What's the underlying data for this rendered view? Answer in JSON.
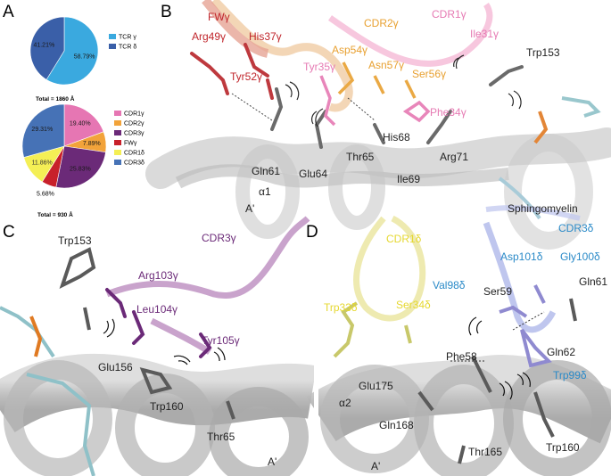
{
  "panels": {
    "A": "A",
    "B": "B",
    "C": "C",
    "D": "D"
  },
  "chart_data": [
    {
      "type": "pie",
      "categories": [
        "TCR γ",
        "TCR δ"
      ],
      "values": [
        58.79,
        41.21
      ],
      "slice_labels": [
        "58.79%",
        "41.21%"
      ],
      "colors": [
        "#3aa9df",
        "#3a5fa8"
      ],
      "total": "Total = 1860 Å"
    },
    {
      "type": "pie",
      "categories": [
        "CDR1γ",
        "CDR2γ",
        "CDR3γ",
        "FWγ",
        "CDR1δ",
        "CDR3δ"
      ],
      "values": [
        19.4,
        7.89,
        25.83,
        5.68,
        11.86,
        29.31
      ],
      "slice_labels": [
        "19.40%",
        "7.89%",
        "25.83%",
        "5.68%",
        "11.86%",
        "29.31%"
      ],
      "colors": [
        "#e676b3",
        "#f2a33a",
        "#6b2a78",
        "#c8202a",
        "#f4ef55",
        "#4672b6"
      ],
      "total": "Total = 930 Å"
    }
  ],
  "labels_B": [
    {
      "text": "FWγ",
      "color": "#c0262c"
    },
    {
      "text": "Arg49γ",
      "color": "#c0262c"
    },
    {
      "text": "His37γ",
      "color": "#c0262c"
    },
    {
      "text": "Tyr52γ",
      "color": "#c0262c"
    },
    {
      "text": "CDR2γ",
      "color": "#e8a030"
    },
    {
      "text": "Asp54γ",
      "color": "#e8a030"
    },
    {
      "text": "Asn57γ",
      "color": "#e8a030"
    },
    {
      "text": "Ser56γ",
      "color": "#e8a030"
    },
    {
      "text": "Tyr35γ",
      "color": "#e67ab3"
    },
    {
      "text": "CDR1γ",
      "color": "#e67ab3"
    },
    {
      "text": "Ile31γ",
      "color": "#e67ab3"
    },
    {
      "text": "Phe34γ",
      "color": "#e67ab3"
    },
    {
      "text": "Trp153",
      "color": "#222222"
    },
    {
      "text": "Arg71",
      "color": "#222222"
    },
    {
      "text": "His68",
      "color": "#222222"
    },
    {
      "text": "Gln61",
      "color": "#222222"
    },
    {
      "text": "Glu64",
      "color": "#222222"
    },
    {
      "text": "Thr65",
      "color": "#222222"
    },
    {
      "text": "Ile69",
      "color": "#222222"
    },
    {
      "text": "α1",
      "color": "#222222"
    },
    {
      "text": "A'",
      "color": "#222222"
    },
    {
      "text": "Sphingomyelin",
      "color": "#222222"
    },
    {
      "text": "CDR3δ",
      "color": "#2a8ac8"
    }
  ],
  "labels_C": [
    {
      "text": "Trp153",
      "color": "#222222"
    },
    {
      "text": "CDR3γ",
      "color": "#6b2a78"
    },
    {
      "text": "Arg103γ",
      "color": "#6b2a78"
    },
    {
      "text": "Leu104γ",
      "color": "#6b2a78"
    },
    {
      "text": "Tyr105γ",
      "color": "#6b2a78"
    },
    {
      "text": "Glu156",
      "color": "#222222"
    },
    {
      "text": "Trp160",
      "color": "#222222"
    },
    {
      "text": "Thr65",
      "color": "#222222"
    },
    {
      "text": "A'",
      "color": "#222222"
    }
  ],
  "labels_D": [
    {
      "text": "CDR1δ",
      "color": "#e6d830"
    },
    {
      "text": "Trp33δ",
      "color": "#e6d830"
    },
    {
      "text": "Ser34δ",
      "color": "#e6d830"
    },
    {
      "text": "Asp101δ",
      "color": "#2a8ac8"
    },
    {
      "text": "Gly100δ",
      "color": "#2a8ac8"
    },
    {
      "text": "Val98δ",
      "color": "#2a8ac8"
    },
    {
      "text": "Trp99δ",
      "color": "#2a8ac8"
    },
    {
      "text": "Ser59",
      "color": "#222222"
    },
    {
      "text": "Gln61",
      "color": "#222222"
    },
    {
      "text": "Phe58",
      "color": "#222222"
    },
    {
      "text": "Gln62",
      "color": "#222222"
    },
    {
      "text": "Glu175",
      "color": "#222222"
    },
    {
      "text": "α2",
      "color": "#222222"
    },
    {
      "text": "Gln168",
      "color": "#222222"
    },
    {
      "text": "Thr165",
      "color": "#222222"
    },
    {
      "text": "Trp160",
      "color": "#222222"
    },
    {
      "text": "A'",
      "color": "#222222"
    }
  ]
}
